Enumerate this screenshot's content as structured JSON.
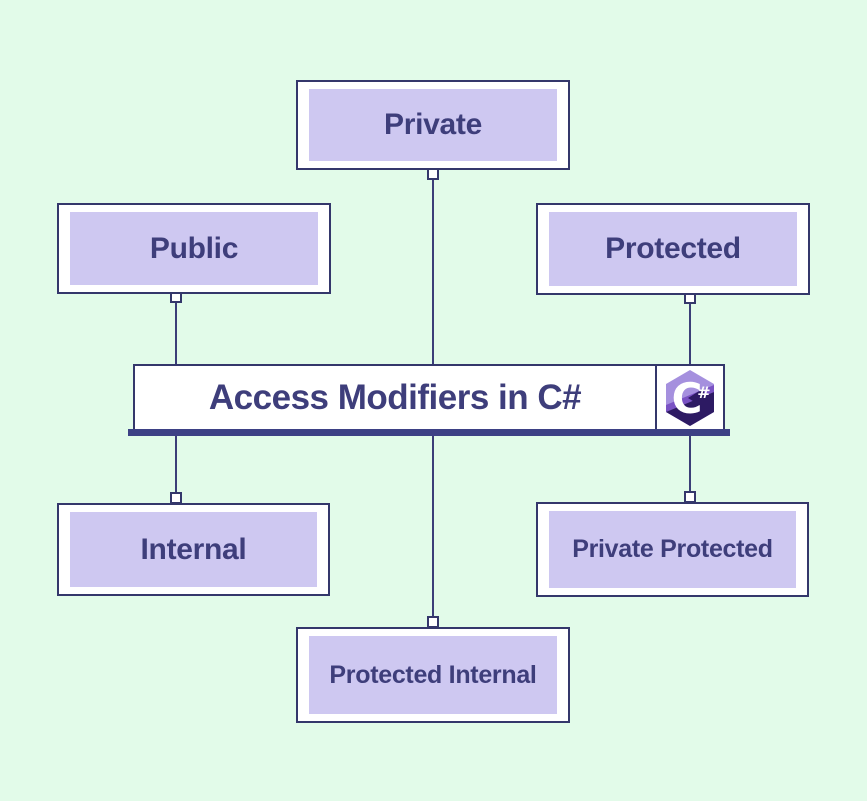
{
  "diagram": {
    "title": "Access Modifiers in C#",
    "nodes": [
      {
        "id": "private",
        "label": "Private"
      },
      {
        "id": "public",
        "label": "Public"
      },
      {
        "id": "protected",
        "label": "Protected"
      },
      {
        "id": "internal",
        "label": "Internal"
      },
      {
        "id": "private-protected",
        "label": "Private Protected"
      },
      {
        "id": "protected-internal",
        "label": "Protected Internal"
      }
    ],
    "logo": {
      "name": "csharp-logo",
      "letter": "C",
      "symbol": "#"
    },
    "colors": {
      "background": "#e2fbe9",
      "box_border": "#34376b",
      "box_fill": "#cec8f1",
      "text": "#3e3e7b",
      "connector": "#3b3e78",
      "shadow_bar": "#3d4185",
      "logo_light": "#a590de",
      "logo_mid": "#7a52c4",
      "logo_dark": "#2d1a63"
    }
  }
}
